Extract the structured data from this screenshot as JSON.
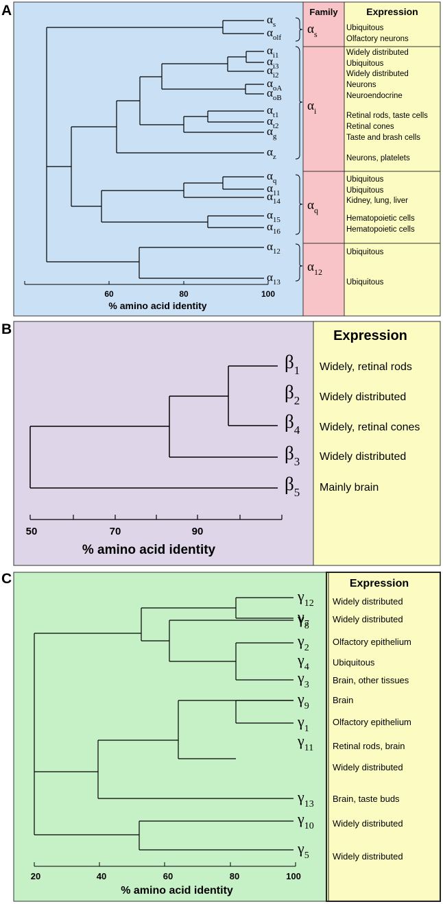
{
  "panels": {
    "a": {
      "letter": "A",
      "header_family": "Family",
      "header_expression": "Expression",
      "axis_label": "% amino acid identity",
      "ticks": [
        "60",
        "80",
        "100"
      ],
      "leaves": [
        {
          "sym": "α",
          "sub": "s"
        },
        {
          "sym": "α",
          "sub": "olf"
        },
        {
          "sym": "α",
          "sub": "i1"
        },
        {
          "sym": "α",
          "sub": "i3"
        },
        {
          "sym": "α",
          "sub": "i2"
        },
        {
          "sym": "α",
          "sub": "oA"
        },
        {
          "sym": "α",
          "sub": "oB"
        },
        {
          "sym": "α",
          "sub": "t1"
        },
        {
          "sym": "α",
          "sub": "t2"
        },
        {
          "sym": "α",
          "sub": "g"
        },
        {
          "sym": "α",
          "sub": "z"
        },
        {
          "sym": "α",
          "sub": "q"
        },
        {
          "sym": "α",
          "sub": "11"
        },
        {
          "sym": "α",
          "sub": "14"
        },
        {
          "sym": "α",
          "sub": "15"
        },
        {
          "sym": "α",
          "sub": "16"
        },
        {
          "sym": "α",
          "sub": "12"
        },
        {
          "sym": "α",
          "sub": "13"
        }
      ],
      "families": [
        {
          "sym": "α",
          "sub": "s"
        },
        {
          "sym": "α",
          "sub": "i"
        },
        {
          "sym": "α",
          "sub": "q"
        },
        {
          "sym": "α",
          "sub": "12"
        }
      ],
      "expression": [
        "Ubiquitous",
        "Olfactory neurons",
        "Widely distributed",
        "Ubiquitous",
        "Widely distributed",
        "Neurons",
        "Neuroendocrine",
        "Retinal rods, taste cells",
        "Retinal cones",
        "Taste and brash cells",
        "Neurons, platelets",
        "Ubiquitous",
        "Ubiquitous",
        "Kidney, lung, liver",
        "Hematopoietic cells",
        "Hematopoietic cells",
        "Ubiquitous",
        "Ubiquitous"
      ]
    },
    "b": {
      "letter": "B",
      "header_expression": "Expression",
      "axis_label": "% amino acid identity",
      "ticks": [
        "50",
        "70",
        "90"
      ],
      "leaves": [
        {
          "sym": "β",
          "sub": "1"
        },
        {
          "sym": "β",
          "sub": "2"
        },
        {
          "sym": "β",
          "sub": "4"
        },
        {
          "sym": "β",
          "sub": "3"
        },
        {
          "sym": "β",
          "sub": "5"
        }
      ],
      "expression": [
        "Widely, retinal rods",
        "Widely distributed",
        "Widely, retinal cones",
        "Widely distributed",
        "Mainly brain"
      ]
    },
    "c": {
      "letter": "C",
      "header_expression": "Expression",
      "axis_label": "% amino acid identity",
      "ticks": [
        "20",
        "40",
        "60",
        "80",
        "100"
      ],
      "leaves": [
        {
          "sym": "γ",
          "sub": "12"
        },
        {
          "sym": "γ",
          "sub": "7"
        },
        {
          "sym": "γ",
          "sub": "8"
        },
        {
          "sym": "γ",
          "sub": "2"
        },
        {
          "sym": "γ",
          "sub": "4"
        },
        {
          "sym": "γ",
          "sub": "3"
        },
        {
          "sym": "γ",
          "sub": "9"
        },
        {
          "sym": "γ",
          "sub": "1"
        },
        {
          "sym": "γ",
          "sub": "11"
        },
        {
          "sym": "γ",
          "sub": "13"
        },
        {
          "sym": "γ",
          "sub": "10"
        },
        {
          "sym": "γ",
          "sub": "5"
        }
      ],
      "expression": [
        "Widely distributed",
        "Widely distributed",
        "Olfactory epithelium",
        "Ubiquitous",
        "Brain, other tissues",
        "Brain",
        "Olfactory epithelium",
        "Retinal rods, brain",
        "Widely distributed",
        "Brain, taste buds",
        "Widely distributed",
        "Widely distributed"
      ]
    }
  },
  "colors": {
    "panel_a_bg": "#c9e0f5",
    "panel_a_family_bg": "#f8c4c7",
    "panel_b_bg": "#ded6e8",
    "panel_c_bg": "#c6f0c6",
    "expression_bg": "#fcfcc2"
  }
}
